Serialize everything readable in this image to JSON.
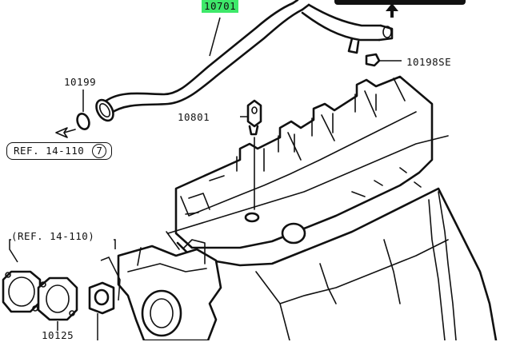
{
  "diagram": {
    "labels": {
      "hose_part": "10701",
      "oring_part": "10199",
      "bolt_part": "10198SE",
      "valve_part": "10801",
      "gasket_part": "10125"
    },
    "refs": {
      "ref_boxed": "REF. 14-110",
      "ref_boxed_num": "7",
      "ref_paren": "(REF. 14-110)"
    },
    "highlight_color": "#3ee86a"
  }
}
